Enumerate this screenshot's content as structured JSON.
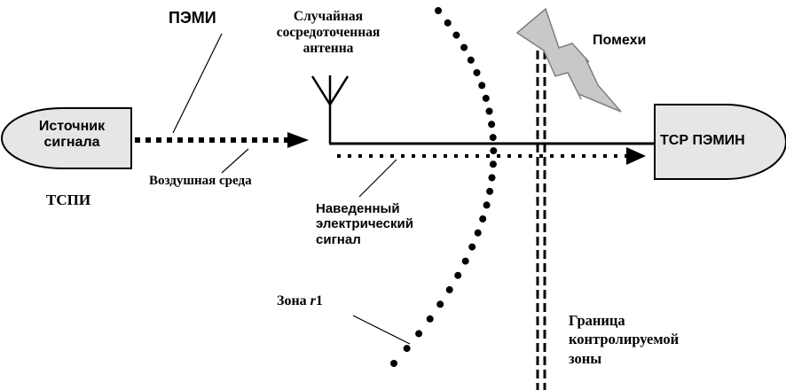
{
  "source_box": {
    "line1": "Источник",
    "line2": "сигнала"
  },
  "receiver_box": {
    "label": "ТСР ПЭМИН"
  },
  "labels": {
    "pemi": "ПЭМИ",
    "tspi": "ТСПИ",
    "air_medium": "Воздушная среда",
    "antenna_line1": "Случайная",
    "antenna_line2": "сосредоточенная",
    "antenna_line3": "антенна",
    "interference": "Помехи",
    "induced_line1": "Наведенный",
    "induced_line2": "электрический",
    "induced_line3": "сигнал",
    "zone_prefix": "Зона ",
    "zone_var": "r",
    "zone_suffix": "1",
    "boundary_line1": "Граница",
    "boundary_line2": "контролируемой",
    "boundary_line3": "зоны"
  },
  "colors": {
    "box_fill": "#e6e6e6",
    "lightning_fill": "#c8c8c8",
    "stroke": "#000000"
  },
  "icons": {
    "antenna": "antenna-icon",
    "lightning": "lightning-icon"
  }
}
